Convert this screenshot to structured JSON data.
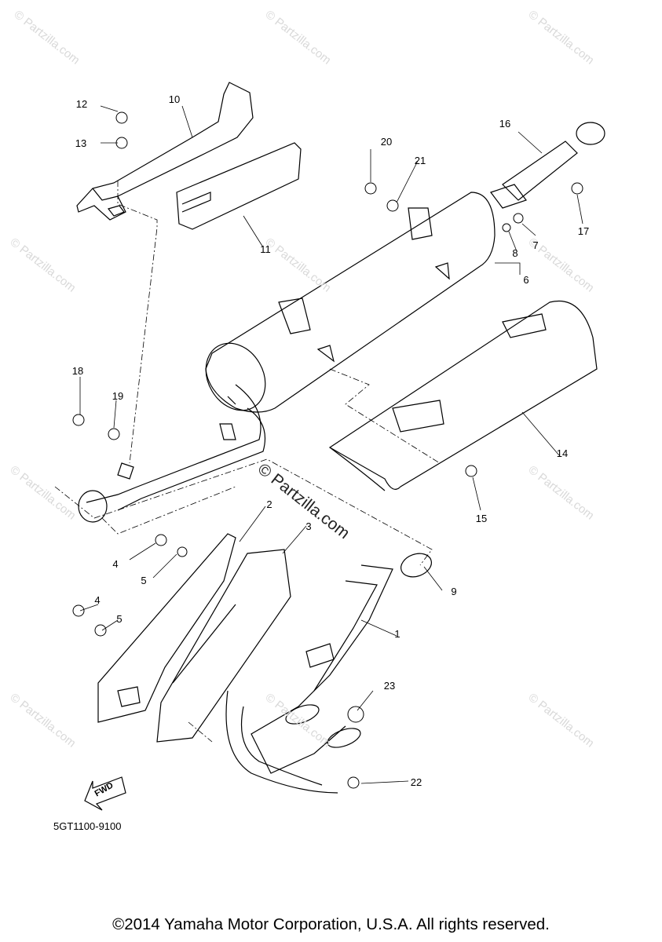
{
  "diagram": {
    "part_number": "5GT1100-9100",
    "copyright": "©2014 Yamaha Motor Corporation, U.S.A. All rights reserved.",
    "watermark": "© Partzilla.com",
    "fwd_label": "FWD",
    "callouts": [
      "1",
      "2",
      "3",
      "4",
      "4",
      "5",
      "5",
      "6",
      "7",
      "8",
      "9",
      "10",
      "11",
      "12",
      "13",
      "14",
      "15",
      "16",
      "17",
      "18",
      "19",
      "20",
      "21",
      "22",
      "23"
    ]
  }
}
